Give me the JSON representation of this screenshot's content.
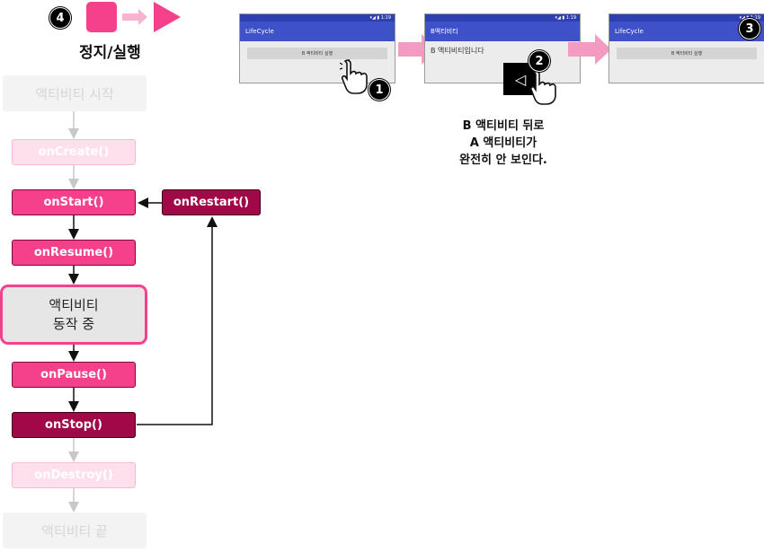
{
  "legend": {
    "badge": "4",
    "label": "정지/실행",
    "stop_color": "#f5418c",
    "play_color": "#f5418c"
  },
  "lifecycle": {
    "start_label": "액티비티 시작",
    "on_create": "onCreate()",
    "on_start": "onStart()",
    "on_restart": "onRestart()",
    "on_resume": "onResume()",
    "running_line1": "액티비티",
    "running_line2": "동작 중",
    "on_pause": "onPause()",
    "on_stop": "onStop()",
    "on_destroy": "onDestroy()",
    "end_label": "액티비티 끝"
  },
  "screens": {
    "s1": {
      "appbar_title": "LifeCycle",
      "button_label": "B 액티비티 실행",
      "badge": "1",
      "status": "▾◢ ▮ 1:19"
    },
    "s2": {
      "appbar_title": "B액티비티",
      "content_text": "B 액티비티입니다",
      "badge": "2",
      "back_glyph": "◁",
      "status": "▾◢ ▮ 1:19"
    },
    "s3": {
      "appbar_title": "LifeCycle",
      "button_label": "B 액티비티 실행",
      "badge": "3",
      "status": "▾◢ ▮ 1:19"
    }
  },
  "caption": {
    "line1": "B 액티비티 뒤로",
    "line2": "A 액티비티가",
    "line3": "완전히 안 보인다."
  },
  "colors": {
    "accent": "#f5418c",
    "dark": "#a00848",
    "appbar": "#3f51c8",
    "arrow": "#f39bc0"
  },
  "icons": {
    "stop": "stop-square-icon",
    "forward": "arrow-right-icon",
    "play": "play-triangle-icon",
    "pointer": "hand-pointer-icon",
    "back": "back-triangle-icon"
  }
}
